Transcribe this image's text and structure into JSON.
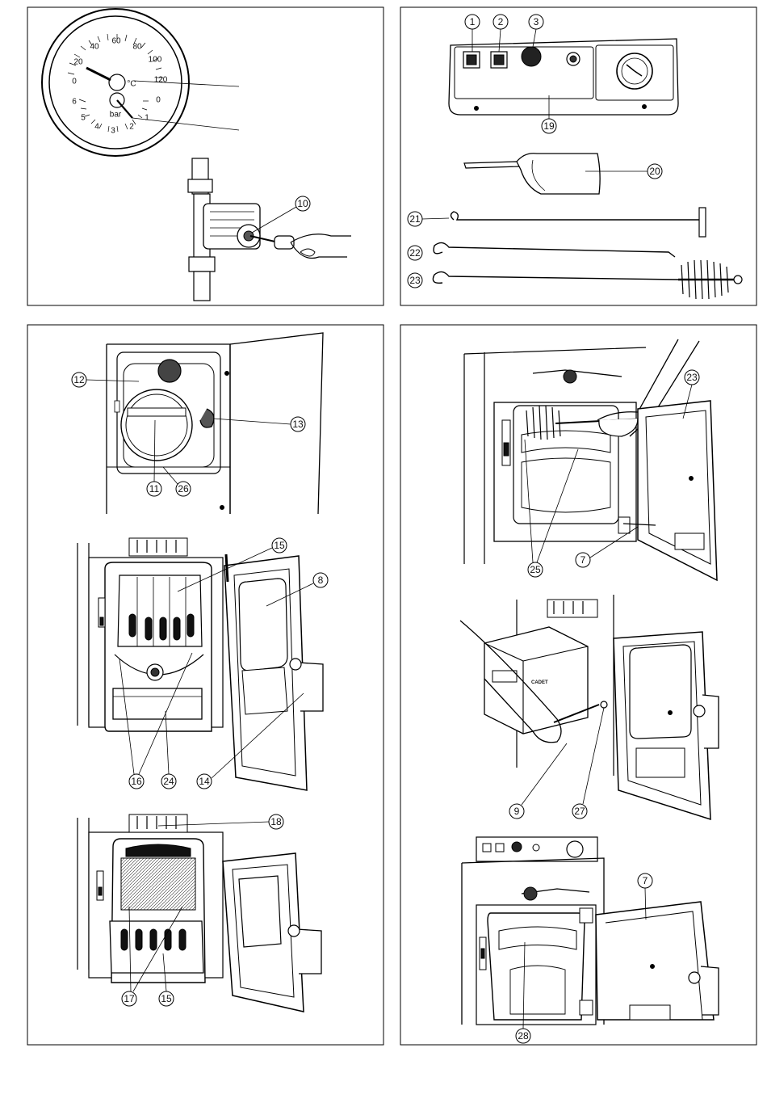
{
  "gauge": {
    "temp_ticks": [
      "0",
      "20",
      "40",
      "60",
      "80",
      "100",
      "120"
    ],
    "temp_unit": "°C",
    "pressure_ticks": [
      "6",
      "5",
      "4",
      "3",
      "2",
      "1",
      "0"
    ],
    "pressure_unit": "bar"
  },
  "callouts": {
    "c1": "1",
    "c2": "2",
    "c3": "3",
    "c7a": "7",
    "c7b": "7",
    "c8": "8",
    "c9": "9",
    "c10": "10",
    "c11": "11",
    "c12": "12",
    "c13": "13",
    "c14": "14",
    "c15a": "15",
    "c15b": "15",
    "c16": "16",
    "c17": "17",
    "c18": "18",
    "c19": "19",
    "c20": "20",
    "c21": "21",
    "c22": "22",
    "c23a": "23",
    "c23b": "23",
    "c24": "24",
    "c25": "25",
    "c26": "26",
    "c27": "27",
    "c28": "28"
  },
  "burner_label": "CADET"
}
